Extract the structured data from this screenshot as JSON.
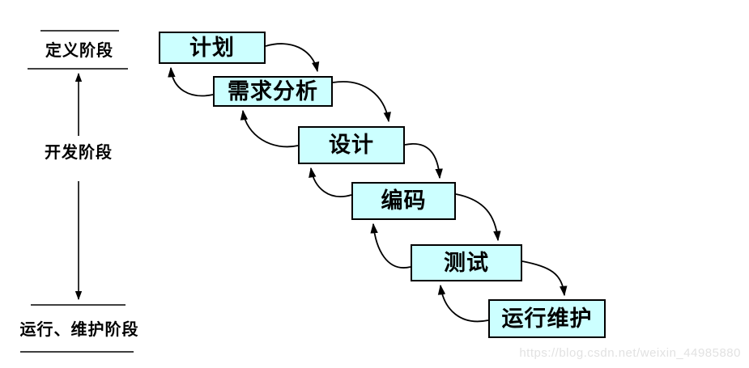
{
  "diagram": {
    "steps": [
      {
        "id": "plan",
        "label": "计划"
      },
      {
        "id": "requirements-analysis",
        "label": "需求分析"
      },
      {
        "id": "design",
        "label": "设计"
      },
      {
        "id": "coding",
        "label": "编码"
      },
      {
        "id": "testing",
        "label": "测试"
      },
      {
        "id": "operation-maintenance",
        "label": "运行维护"
      }
    ],
    "phases": [
      {
        "id": "definition",
        "label": "定义阶段"
      },
      {
        "id": "development",
        "label": "开发阶段"
      },
      {
        "id": "operation-maintenance",
        "label": "运行、维护阶段"
      }
    ],
    "watermark": "https://blog.csdn.net/weixin_44985880"
  },
  "colors": {
    "box_fill": "#ccffff",
    "box_border": "#000000",
    "line": "#000000",
    "watermark": "#e2e2e2"
  }
}
